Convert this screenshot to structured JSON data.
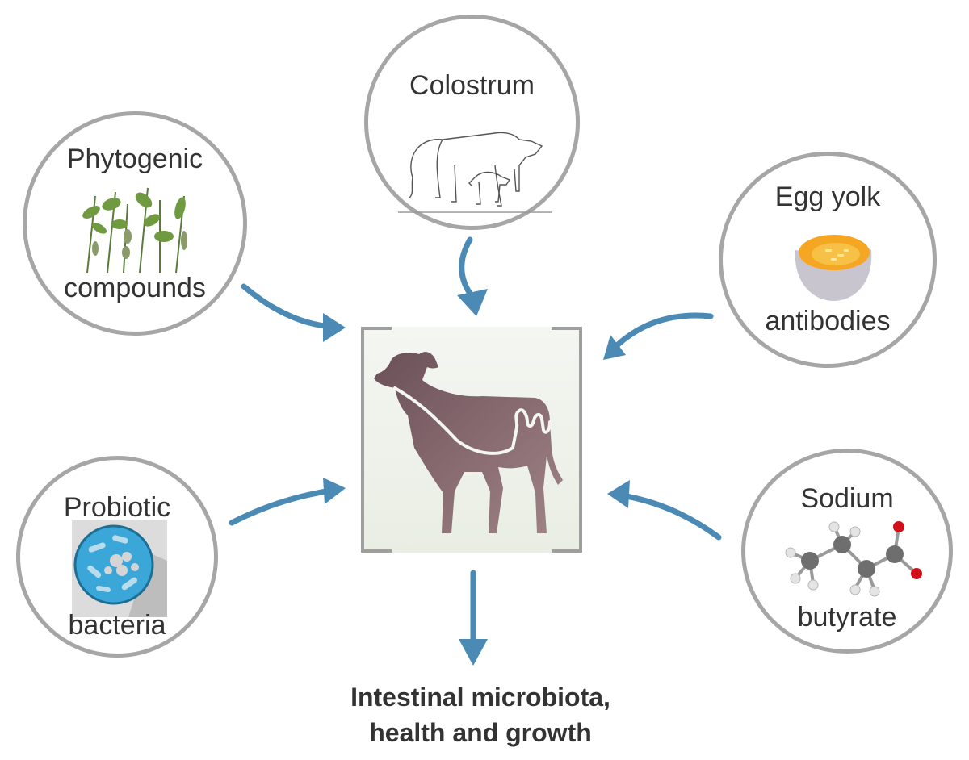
{
  "nodes": {
    "phytogenic": {
      "line1": "Phytogenic",
      "line2": "compounds",
      "icon": "herbs-icon"
    },
    "colostrum": {
      "line1": "Colostrum",
      "icon": "cow-and-calf-sketch-icon"
    },
    "egg_yolk": {
      "line1": "Egg yolk",
      "line2": "antibodies",
      "icon": "cracked-egg-icon"
    },
    "probiotic": {
      "line1": "Probiotic",
      "line2": "bacteria",
      "icon": "bacteria-petri-dish-icon"
    },
    "sodium_butyrate": {
      "line1": "Sodium",
      "line2": "butyrate",
      "icon": "molecule-model-icon"
    }
  },
  "center": {
    "icon": "calf-silhouette-with-intestine-icon"
  },
  "outcome": {
    "line1": "Intestinal microbiota,",
    "line2": "health and growth"
  },
  "colors": {
    "arrow": "#4a8ab5",
    "circle_border": "#a6a6a6",
    "calf": "#7d5d62",
    "text": "#333333"
  }
}
